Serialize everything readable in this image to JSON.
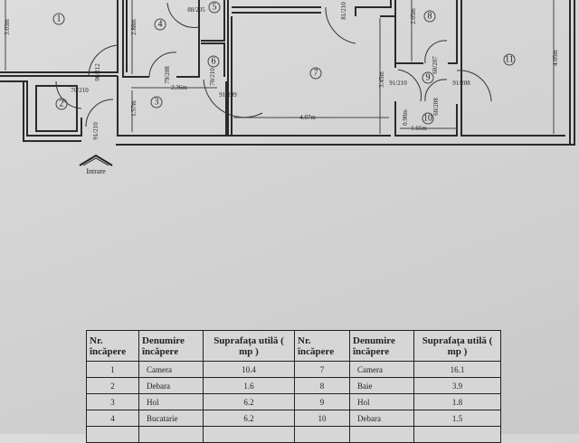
{
  "plan": {
    "rooms": [
      "1",
      "2",
      "3",
      "4",
      "5",
      "6",
      "7",
      "8",
      "9",
      "10",
      "11"
    ],
    "doors": [
      "88/205",
      "90/212",
      "79/208",
      "70/210",
      "91/209",
      "70/210",
      "91/210",
      "81/210",
      "91/210",
      "91/208",
      "60/207",
      "60/208"
    ],
    "dimensions": [
      "3.03m",
      "2.88m",
      "2.36m",
      "1.57m",
      "4.07m",
      "3.45m",
      "1.65m",
      "4.05m",
      "2.05m",
      "0.90m"
    ],
    "entrance_label": "Intrare"
  },
  "table": {
    "headers": [
      "Nr. încăpere",
      "Denumire încăpere",
      "Suprafaţa utilă ( mp )",
      "Nr. încăpere",
      "Denumire încăpere",
      "Suprafaţa utilă ( mp )"
    ],
    "rows": [
      [
        "1",
        "Camera",
        "10.4",
        "7",
        "Camera",
        "16.1"
      ],
      [
        "2",
        "Debara",
        "1.6",
        "8",
        "Baie",
        "3.9"
      ],
      [
        "3",
        "Hol",
        "6.2",
        "9",
        "Hol",
        "1.8"
      ],
      [
        "4",
        "Bucatarie",
        "6.2",
        "10",
        "Debara",
        "1.5"
      ],
      [
        "",
        "",
        "",
        "",
        "",
        ""
      ]
    ]
  }
}
